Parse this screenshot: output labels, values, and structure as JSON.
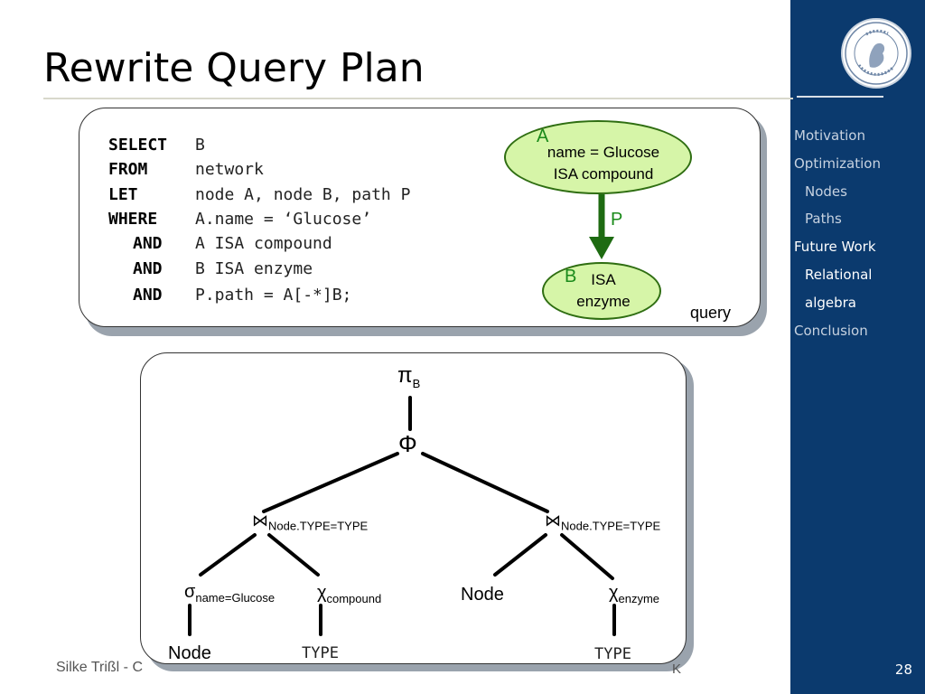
{
  "slide": {
    "title": "Rewrite Query Plan",
    "footer_left": "Silke Trißl - C",
    "footer_right": "K",
    "page_number": "28"
  },
  "sidebar": {
    "logo": {
      "name": "humboldt-university-seal",
      "text": "HUMBOLDT-UNIVERSITÄT ZU BERLIN"
    },
    "items": [
      {
        "label": "Motivation",
        "level": 0,
        "active": false
      },
      {
        "label": "Optimization",
        "level": 0,
        "active": false
      },
      {
        "label": "Nodes",
        "level": 1,
        "active": false
      },
      {
        "label": "Paths",
        "level": 1,
        "active": false
      },
      {
        "label": "Future Work",
        "level": 0,
        "active": true
      },
      {
        "label": "Relational",
        "level": 1,
        "active": true
      },
      {
        "label": "algebra",
        "level": 1,
        "active": true
      },
      {
        "label": "Conclusion",
        "level": 0,
        "active": false
      }
    ]
  },
  "query": {
    "lines": [
      {
        "keyword": "SELECT",
        "value": "B",
        "indent": false
      },
      {
        "keyword": "FROM",
        "value": "network",
        "indent": false
      },
      {
        "keyword": "LET",
        "value": "node A, node B, path P",
        "indent": false
      },
      {
        "keyword": "WHERE",
        "value": "A.name = ‘Glucose’",
        "indent": false
      },
      {
        "keyword": "AND",
        "value": "A ISA compound",
        "indent": true
      },
      {
        "keyword": "AND",
        "value": "B ISA enzyme",
        "indent": true
      },
      {
        "keyword": "AND",
        "value": "P.path = A[-*]B;",
        "indent": true
      }
    ],
    "label": "query"
  },
  "graph": {
    "node_a": {
      "letter": "A",
      "line1": "name = Glucose",
      "line2": "ISA compound"
    },
    "edge": {
      "letter": "P"
    },
    "node_b": {
      "letter": "B",
      "line1": "ISA",
      "line2": "enzyme"
    },
    "colors": {
      "fill": "#d6f5a8",
      "stroke": "#2f6e12",
      "letter": "#1a8a1a",
      "arrow": "#1e6b12"
    }
  },
  "plan": {
    "root": {
      "symbol": "π",
      "sub": "B"
    },
    "phi": {
      "symbol": "Φ"
    },
    "join_left": {
      "symbol": "⋈",
      "sub": "Node.TYPE=TYPE"
    },
    "join_right": {
      "symbol": "⋈",
      "sub": "Node.TYPE=TYPE"
    },
    "select": {
      "symbol": "σ",
      "sub": "name=Glucose"
    },
    "chi_compound": {
      "symbol": "χ",
      "sub": "compound"
    },
    "node_mid": {
      "label": "Node"
    },
    "chi_enzyme": {
      "symbol": "χ",
      "sub": "enzyme"
    },
    "leaf_node": {
      "label": "Node"
    },
    "leaf_type1": {
      "label": "TYPE"
    },
    "leaf_type2": {
      "label": "TYPE"
    }
  },
  "colors": {
    "sidebar": "#0b3a6e",
    "text": "#000000"
  }
}
